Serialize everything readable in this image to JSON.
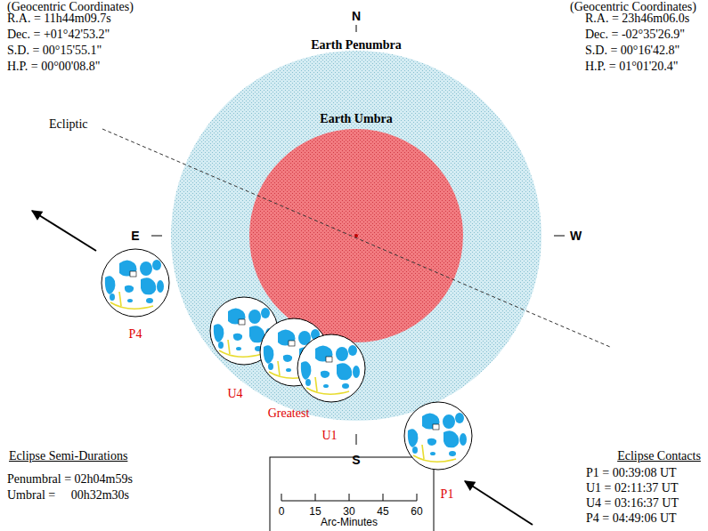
{
  "diagram": {
    "nodes": [
      {
        "text": [
          "Earth Penumbra"
        ]
      },
      {
        "text": [
          "Earth Umbra"
        ],
        "in": 0
      },
      {
        "text": [
          "P4"
        ]
      },
      {
        "text": [
          "U4"
        ]
      },
      {
        "text": [
          "Greatest"
        ]
      },
      {
        "text": [
          "U1"
        ]
      },
      {
        "text": [
          "P1"
        ]
      }
    ],
    "labels": [
      "(Geocentric Coordinates)",
      "R.A. = 11h44m09.7s",
      "Dec. = +01°42'53.2\"",
      "S.D. = 00°15'55.1\"",
      "H.P. = 00°00'08.8\"",
      "(Geocentric Coordinates)",
      "R.A. = 23h46m06.0s",
      "Dec. = -02°35'26.9\"",
      "S.D. = 00°16'42.8\"",
      "H.P. = 01°01'20.4\"",
      "N",
      "Ecliptic",
      "E",
      "W",
      "S",
      "Eclipse Semi-Durations",
      "Penumbral = 02h04m59s",
      "Umbral =     00h32m30s",
      "Eclipse Contacts",
      "P1 = 00:39:08 UT",
      "U1 = 02:11:37 UT",
      "U4 = 03:16:37 UT",
      "P4 = 04:49:06 UT",
      "0",
      "15",
      "30",
      "45",
      "60",
      "Arc-Minutes"
    ]
  }
}
